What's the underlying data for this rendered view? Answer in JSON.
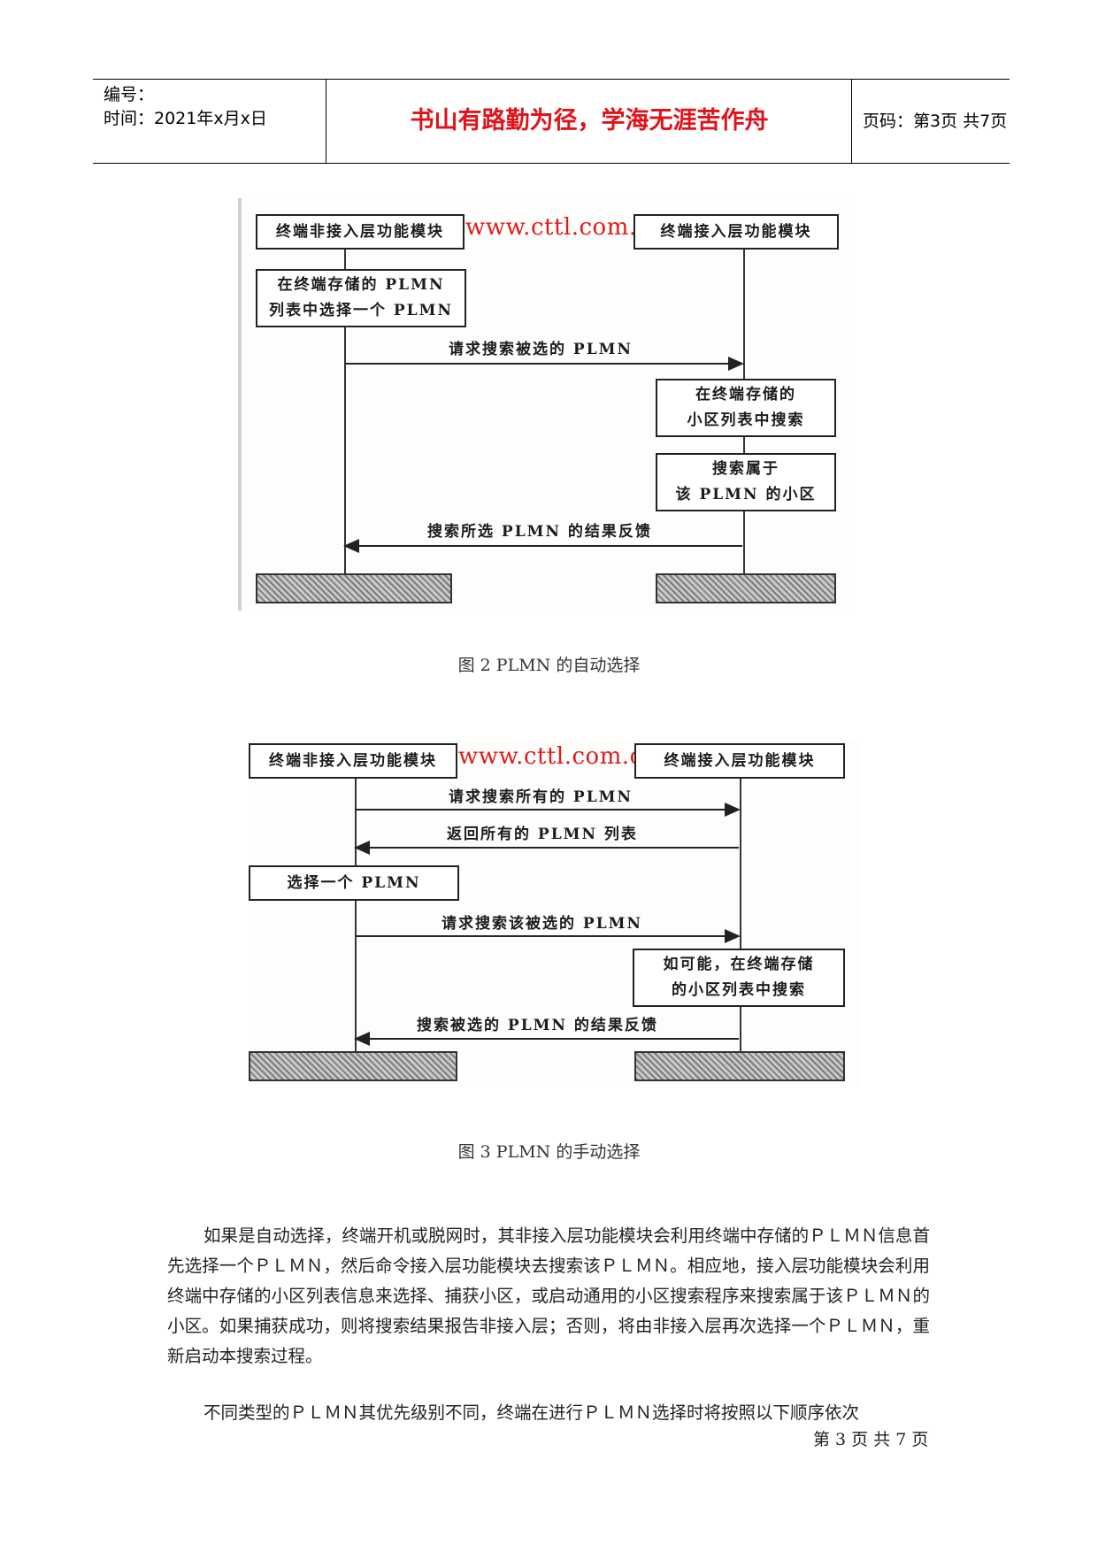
{
  "header": {
    "serial_label": "编号：",
    "time_label": "时间：2021年x月x日",
    "motto": "书山有路勤为径，学海无涯苦作舟",
    "page_info": "页码：第3页  共7页"
  },
  "figure2": {
    "watermark": "www.cttl.com.cn",
    "left_module": "终端非接入层功能模块",
    "right_module": "终端接入层功能模块",
    "step_select": "在终端存储的 PLMN\n列表中选择一个 PLMN",
    "msg_request": "请求搜索被选的 PLMN",
    "step_search_list": "在终端存储的\n小区列表中搜索",
    "step_search_cells": "搜索属于\n该 PLMN 的小区",
    "msg_feedback": "搜索所选 PLMN 的结果反馈",
    "caption": "图 2 PLMN 的自动选择"
  },
  "figure3": {
    "watermark": "www.cttl.com.cn",
    "left_module": "终端非接入层功能模块",
    "right_module": "终端接入层功能模块",
    "msg_request_all": "请求搜索所有的 PLMN",
    "msg_return_list": "返回所有的 PLMN 列表",
    "step_select_one": "选择一个 PLMN",
    "msg_request_selected": "请求搜索该被选的 PLMN",
    "step_search_list": "如可能，在终端存储\n的小区列表中搜索",
    "msg_feedback": "搜索被选的 PLMN 的结果反馈",
    "caption": "图 3 PLMN 的手动选择"
  },
  "body": {
    "paragraph1": "如果是自动选择，终端开机或脱网时，其非接入层功能模块会利用终端中存储的ＰＬＭＮ信息首先选择一个ＰＬＭＮ，然后命令接入层功能模块去搜索该ＰＬＭＮ。相应地，接入层功能模块会利用终端中存储的小区列表信息来选择、捕获小区，或启动通用的小区搜索程序来搜索属于该ＰＬＭＮ的小区。如果捕获成功，则将搜索结果报告非接入层；否则，将由非接入层再次选择一个ＰＬＭＮ，重新启动本搜索过程。",
    "paragraph2": "不同类型的ＰＬＭＮ其优先级别不同，终端在进行ＰＬＭＮ选择时将按照以下顺序依次"
  },
  "footer": {
    "page_text": "第 3 页 共 7 页"
  }
}
